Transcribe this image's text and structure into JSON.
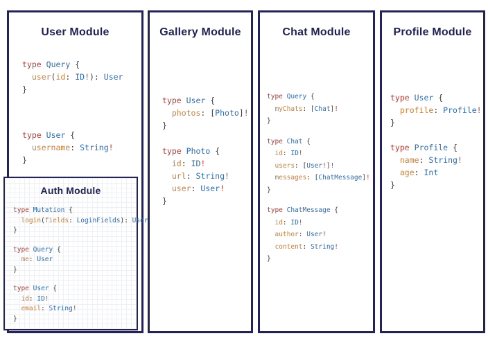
{
  "colors": {
    "navy_text": "#1e2152",
    "navy_border": "#232356",
    "keyword_red": "#b23c38",
    "type_blue": "#2f6cb0",
    "field_orange": "#c8803f",
    "punct_gray": "#3b3b3b",
    "bang_red": "#c33b2e",
    "grid_gray": "#eef0f4",
    "background": "#ffffff"
  },
  "panels": [
    {
      "title": "User Module",
      "blocks": [
        [
          [
            [
              "k",
              "type"
            ],
            [
              "p",
              " "
            ],
            [
              "t",
              "Query"
            ],
            [
              "p",
              " {"
            ]
          ],
          [
            [
              "f",
              "  user"
            ],
            [
              "p",
              "("
            ],
            [
              "f",
              "id"
            ],
            [
              "p",
              ": "
            ],
            [
              "t",
              "ID"
            ],
            [
              "b",
              "!"
            ],
            [
              "p",
              "): "
            ],
            [
              "t",
              "User"
            ]
          ],
          [
            [
              "p",
              "}"
            ]
          ]
        ],
        [
          [
            [
              "k",
              "type"
            ],
            [
              "p",
              " "
            ],
            [
              "t",
              "User"
            ],
            [
              "p",
              " {"
            ]
          ],
          [
            [
              "f",
              "  username"
            ],
            [
              "p",
              ": "
            ],
            [
              "t",
              "String"
            ],
            [
              "b",
              "!"
            ]
          ],
          [
            [
              "p",
              "}"
            ]
          ]
        ]
      ]
    },
    {
      "title": "Gallery Module",
      "blocks": [
        [
          [
            [
              "k",
              "type"
            ],
            [
              "p",
              " "
            ],
            [
              "t",
              "User"
            ],
            [
              "p",
              " {"
            ]
          ],
          [
            [
              "f",
              "  photos"
            ],
            [
              "p",
              ": ["
            ],
            [
              "t",
              "Photo"
            ],
            [
              "p",
              "]"
            ],
            [
              "b",
              "!"
            ]
          ],
          [
            [
              "p",
              "}"
            ]
          ]
        ],
        [
          [
            [
              "k",
              "type"
            ],
            [
              "p",
              " "
            ],
            [
              "t",
              "Photo"
            ],
            [
              "p",
              " {"
            ]
          ],
          [
            [
              "f",
              "  id"
            ],
            [
              "p",
              ": "
            ],
            [
              "t",
              "ID"
            ],
            [
              "b",
              "!"
            ]
          ],
          [
            [
              "f",
              "  url"
            ],
            [
              "p",
              ": "
            ],
            [
              "t",
              "String"
            ],
            [
              "b",
              "!"
            ]
          ],
          [
            [
              "f",
              "  user"
            ],
            [
              "p",
              ": "
            ],
            [
              "t",
              "User"
            ],
            [
              "b",
              "!"
            ]
          ],
          [
            [
              "p",
              "}"
            ]
          ]
        ]
      ]
    },
    {
      "title": "Chat Module",
      "blocks": [
        [
          [
            [
              "k",
              "type"
            ],
            [
              "p",
              " "
            ],
            [
              "t",
              "Query"
            ],
            [
              "p",
              " {"
            ]
          ],
          [
            [
              "f",
              "  myChats"
            ],
            [
              "p",
              ": ["
            ],
            [
              "t",
              "Chat"
            ],
            [
              "p",
              "]"
            ],
            [
              "b",
              "!"
            ]
          ],
          [
            [
              "p",
              "}"
            ]
          ]
        ],
        [
          [
            [
              "k",
              "type"
            ],
            [
              "p",
              " "
            ],
            [
              "t",
              "Chat"
            ],
            [
              "p",
              " {"
            ]
          ],
          [
            [
              "f",
              "  id"
            ],
            [
              "p",
              ": "
            ],
            [
              "t",
              "ID"
            ],
            [
              "b",
              "!"
            ]
          ],
          [
            [
              "f",
              "  users"
            ],
            [
              "p",
              ": ["
            ],
            [
              "t",
              "User"
            ],
            [
              "b",
              "!"
            ],
            [
              "p",
              "]"
            ],
            [
              "b",
              "!"
            ]
          ],
          [
            [
              "f",
              "  messages"
            ],
            [
              "p",
              ": ["
            ],
            [
              "t",
              "ChatMessage"
            ],
            [
              "p",
              "]"
            ],
            [
              "b",
              "!"
            ]
          ],
          [
            [
              "p",
              "}"
            ]
          ]
        ],
        [
          [
            [
              "k",
              "type"
            ],
            [
              "p",
              " "
            ],
            [
              "t",
              "ChatMessage"
            ],
            [
              "p",
              " {"
            ]
          ],
          [
            [
              "f",
              "  id"
            ],
            [
              "p",
              ": "
            ],
            [
              "t",
              "ID"
            ],
            [
              "b",
              "!"
            ]
          ],
          [
            [
              "f",
              "  author"
            ],
            [
              "p",
              ": "
            ],
            [
              "t",
              "User"
            ],
            [
              "b",
              "!"
            ]
          ],
          [
            [
              "f",
              "  content"
            ],
            [
              "p",
              ": "
            ],
            [
              "t",
              "String"
            ],
            [
              "b",
              "!"
            ]
          ],
          [
            [
              "p",
              "}"
            ]
          ]
        ]
      ]
    },
    {
      "title": "Profile Module",
      "blocks": [
        [
          [
            [
              "k",
              "type"
            ],
            [
              "p",
              " "
            ],
            [
              "t",
              "User"
            ],
            [
              "p",
              " {"
            ]
          ],
          [
            [
              "f",
              "  profile"
            ],
            [
              "p",
              ": "
            ],
            [
              "t",
              "Profile"
            ],
            [
              "b",
              "!"
            ]
          ],
          [
            [
              "p",
              "}"
            ]
          ]
        ],
        [
          [
            [
              "k",
              "type"
            ],
            [
              "p",
              " "
            ],
            [
              "t",
              "Profile"
            ],
            [
              "p",
              " {"
            ]
          ],
          [
            [
              "f",
              "  name"
            ],
            [
              "p",
              ": "
            ],
            [
              "t",
              "String"
            ],
            [
              "b",
              "!"
            ]
          ],
          [
            [
              "f",
              "  age"
            ],
            [
              "p",
              ": "
            ],
            [
              "t",
              "Int"
            ]
          ],
          [
            [
              "p",
              "}"
            ]
          ]
        ]
      ]
    }
  ],
  "auth": {
    "title": "Auth Module",
    "blocks": [
      [
        [
          [
            "k",
            "type"
          ],
          [
            "p",
            " "
          ],
          [
            "t",
            "Mutation"
          ],
          [
            "p",
            " {"
          ]
        ],
        [
          [
            "f",
            "  login"
          ],
          [
            "p",
            "("
          ],
          [
            "f",
            "fields"
          ],
          [
            "p",
            ": "
          ],
          [
            "t",
            "LoginFields"
          ],
          [
            "p",
            "): "
          ],
          [
            "t",
            "User"
          ]
        ],
        [
          [
            "p",
            "}"
          ]
        ]
      ],
      [
        [
          [
            "k",
            "type"
          ],
          [
            "p",
            " "
          ],
          [
            "t",
            "Query"
          ],
          [
            "p",
            " {"
          ]
        ],
        [
          [
            "f",
            "  me"
          ],
          [
            "p",
            ": "
          ],
          [
            "t",
            "User"
          ]
        ],
        [
          [
            "p",
            "}"
          ]
        ]
      ],
      [
        [
          [
            "k",
            "type"
          ],
          [
            "p",
            " "
          ],
          [
            "t",
            "User"
          ],
          [
            "p",
            " {"
          ]
        ],
        [
          [
            "f",
            "  id"
          ],
          [
            "p",
            ": "
          ],
          [
            "t",
            "ID"
          ],
          [
            "b",
            "!"
          ]
        ],
        [
          [
            "f",
            "  email"
          ],
          [
            "p",
            ": "
          ],
          [
            "t",
            "String"
          ],
          [
            "b",
            "!"
          ]
        ],
        [
          [
            "p",
            "}"
          ]
        ]
      ]
    ]
  }
}
